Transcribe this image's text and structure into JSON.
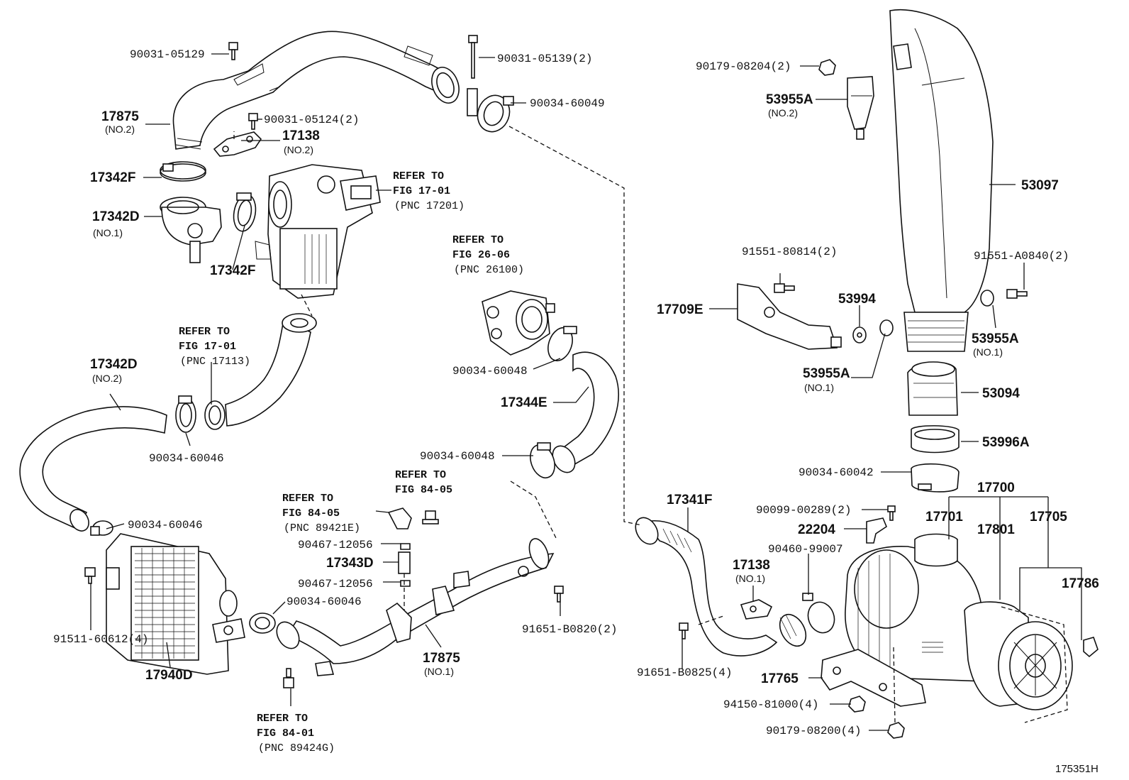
{
  "figure_code": "175351H",
  "labels": {
    "p90031_05129": "90031-05129",
    "p90031_05139": "90031-05139(2)",
    "p90034_60049": "90034-60049",
    "p17875_2": "17875",
    "p17875_2_sub": "(NO.2)",
    "p90031_05124": "90031-05124(2)",
    "p17138_2": "17138",
    "p17138_2_sub": "(NO.2)",
    "p17342F_a": "17342F",
    "p17342D_1": "17342D",
    "p17342D_1_sub": "(NO.1)",
    "p17342F_b": "17342F",
    "ref_1701_a": "REFER TO",
    "ref_1701_b": "FIG 17-01",
    "ref_1701_c": "(PNC 17201)",
    "ref_2606_a": "REFER TO",
    "ref_2606_b": "FIG 26-06",
    "ref_2606_c": "(PNC 26100)",
    "ref_17113_a": "REFER TO",
    "ref_17113_b": "FIG 17-01",
    "ref_17113_c": "(PNC 17113)",
    "p17342D_2": "17342D",
    "p17342D_2_sub": "(NO.2)",
    "p90034_60046_a": "90034-60046",
    "p90034_60048_a": "90034-60048",
    "p17344E": "17344E",
    "p90034_60048_b": "90034-60048",
    "ref_8405_a": "REFER TO",
    "ref_8405_b": "FIG 84-05",
    "ref_89421_a": "REFER TO",
    "ref_89421_b": "FIG 84-05",
    "ref_89421_c": "(PNC 89421E)",
    "p90467_12056_a": "90467-12056",
    "p17343D": "17343D",
    "p90467_12056_b": "90467-12056",
    "p90034_60046_b": "90034-60046",
    "p90034_60046_c": "90034-60046",
    "p91511_60612": "91511-60612(4)",
    "p17940D": "17940D",
    "p17875_1": "17875",
    "p17875_1_sub": "(NO.1)",
    "p91651_B0820": "91651-B0820(2)",
    "ref_8401_a": "REFER TO",
    "ref_8401_b": "FIG 84-01",
    "ref_8401_c": "(PNC 89424G)",
    "p90179_08204": "90179-08204(2)",
    "p53955A_2": "53955A",
    "p53955A_2_sub": "(NO.2)",
    "p53097": "53097",
    "p91551_80814": "91551-80814(2)",
    "p91551_A0840": "91551-A0840(2)",
    "p17709E": "17709E",
    "p53994": "53994",
    "p53955A_1a": "53955A",
    "p53955A_1a_sub": "(NO.1)",
    "p53955A_1b": "53955A",
    "p53955A_1b_sub": "(NO.1)",
    "p53094": "53094",
    "p53996A": "53996A",
    "p90034_60042": "90034-60042",
    "p17700": "17700",
    "p17341F": "17341F",
    "p90099_00289": "90099-00289(2)",
    "p17701": "17701",
    "p17801": "17801",
    "p17705": "17705",
    "p22204": "22204",
    "p90460_99007": "90460-99007",
    "p17138_1": "17138",
    "p17138_1_sub": "(NO.1)",
    "p17786": "17786",
    "p91651_B0825": "91651-B0825(4)",
    "p17765": "17765",
    "p94150_81000": "94150-81000(4)",
    "p90179_08200": "90179-08200(4)"
  }
}
